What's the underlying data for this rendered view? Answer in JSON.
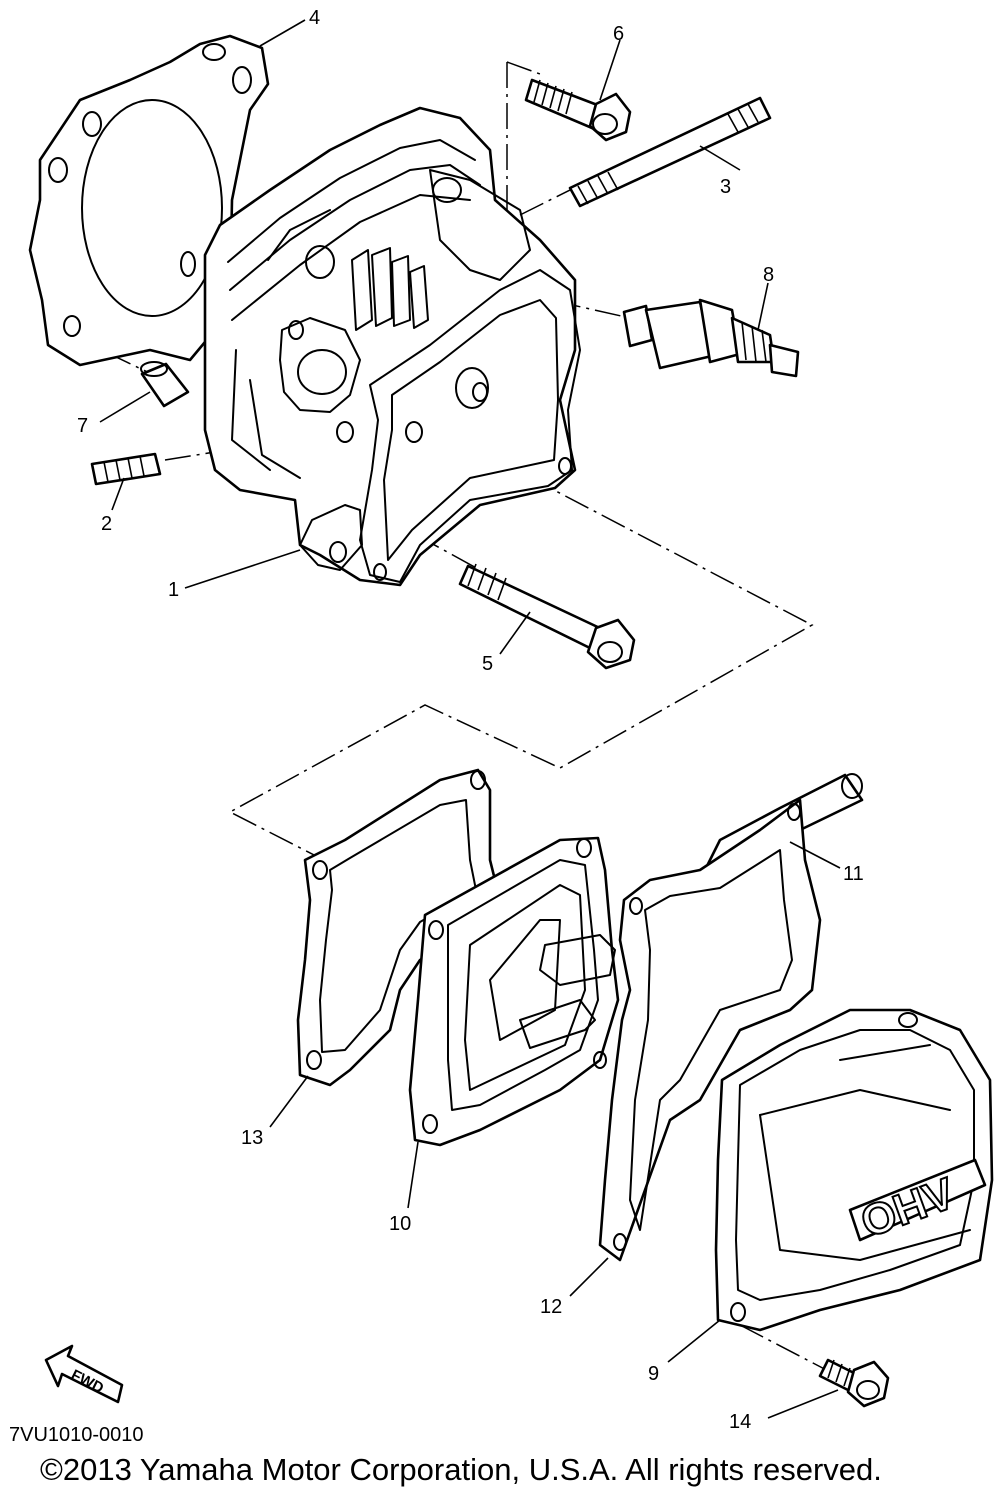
{
  "callouts": {
    "p1": "1",
    "p2": "2",
    "p3": "3",
    "p4": "4",
    "p5": "5",
    "p6": "6",
    "p7": "7",
    "p8": "8",
    "p9": "9",
    "p10": "10",
    "p11": "11",
    "p12": "12",
    "p13": "13",
    "p14": "14"
  },
  "cover_marking": "OHV",
  "fwd_arrow_label": "FWD",
  "diagram_code": "7VU1010-0010",
  "copyright": "©2013 Yamaha Motor Corporation, U.S.A. All rights reserved."
}
